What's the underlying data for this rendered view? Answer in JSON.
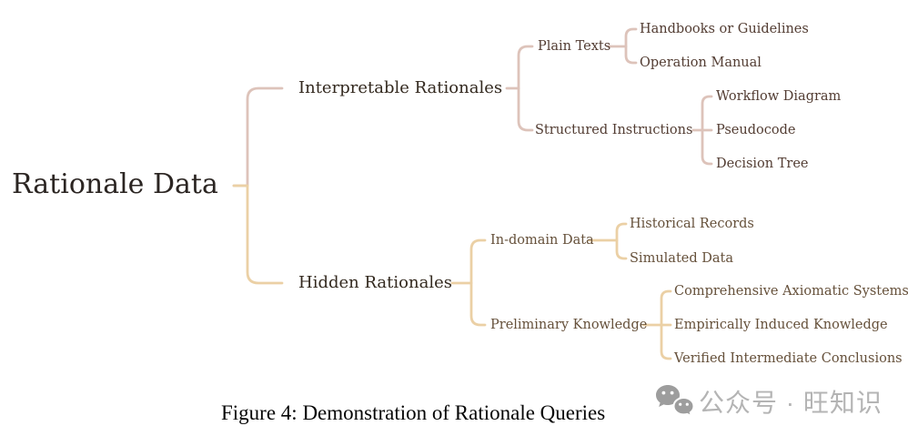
{
  "diagram": {
    "root": {
      "label": "Rationale Data"
    },
    "branches": [
      {
        "label": "Interpretable Rationales",
        "color": "#ddc3ba",
        "children": [
          {
            "label": "Plain Texts",
            "children": [
              {
                "label": "Handbooks or Guidelines"
              },
              {
                "label": "Operation Manual"
              }
            ]
          },
          {
            "label": "Structured Instructions",
            "children": [
              {
                "label": "Workflow Diagram"
              },
              {
                "label": "Pseudocode"
              },
              {
                "label": "Decision Tree"
              }
            ]
          }
        ]
      },
      {
        "label": "Hidden Rationales",
        "color": "#ebd0a5",
        "children": [
          {
            "label": "In-domain Data",
            "children": [
              {
                "label": "Historical Records"
              },
              {
                "label": "Simulated Data"
              }
            ]
          },
          {
            "label": "Preliminary Knowledge",
            "children": [
              {
                "label": "Comprehensive Axiomatic Systems"
              },
              {
                "label": "Empirically Induced Knowledge"
              },
              {
                "label": "Verified Intermediate Conclusions"
              }
            ]
          }
        ]
      }
    ]
  },
  "caption": {
    "text": "Figure 4: Demonstration of Rationale Queries"
  },
  "watermark": {
    "icon": "wechat-icon",
    "text": "公众号 · 旺知识"
  },
  "colors": {
    "branch_interpretable": "#ddc3ba",
    "branch_hidden": "#ebd0a5",
    "root_text": "#2b2522",
    "level1_text": "#33291f",
    "interpretable_node_text": "#523c32",
    "hidden_node_text": "#65503a",
    "caption_text": "#050505",
    "watermark_text_gray": "#b4b4b4",
    "watermark_icon_gray": "#9d9d9d",
    "background": "#ffffff"
  }
}
